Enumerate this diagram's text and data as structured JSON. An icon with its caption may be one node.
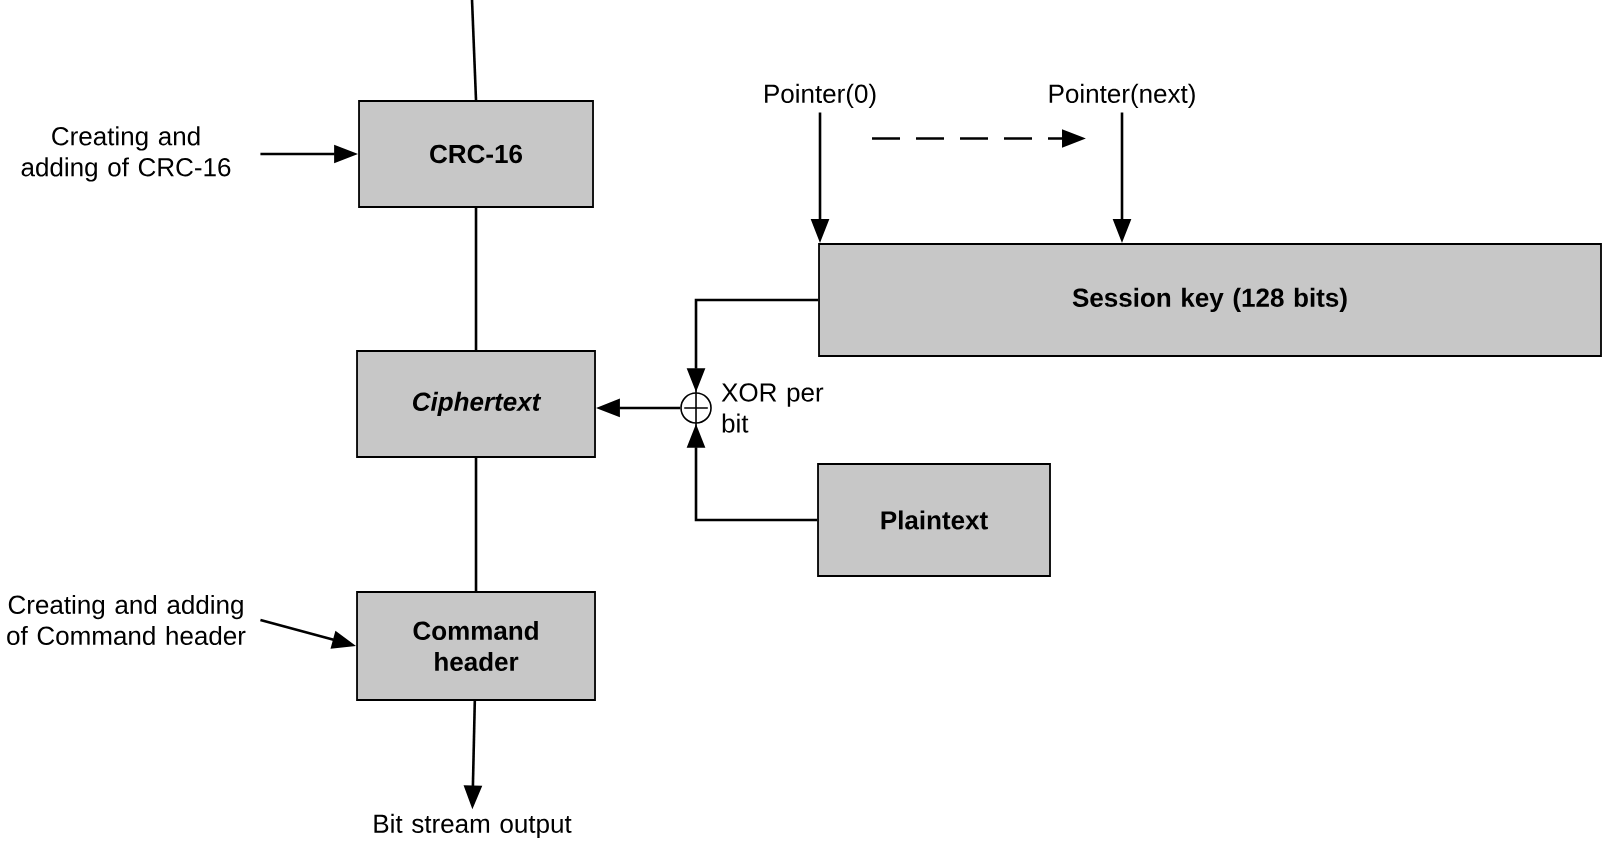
{
  "diagram": {
    "nodes": [
      {
        "text": [
          "Creating and adding of CRC-16"
        ]
      },
      {
        "text": [
          "CRC-16"
        ]
      },
      {
        "text": [
          "Ciphertext"
        ]
      },
      {
        "text": [
          "Creating and adding of Command header"
        ]
      },
      {
        "text": [
          "Command header"
        ]
      },
      {
        "text": [
          "Bit stream output"
        ]
      },
      {
        "text": [
          "Pointer(0)"
        ]
      },
      {
        "text": [
          "Pointer(next)"
        ]
      },
      {
        "text": [
          "Session key (128 bits)"
        ]
      },
      {
        "text": [],
        "shape": "circle",
        "beside": [
          "XOR per bit"
        ]
      },
      {
        "text": [
          "Plaintext"
        ]
      }
    ],
    "edges": [
      {
        "from": null,
        "to": 1,
        "arrow": "none"
      },
      {
        "from": 0,
        "to": 1,
        "arrow": "to"
      },
      {
        "from": 1,
        "to": 2,
        "arrow": "none"
      },
      {
        "from": 2,
        "to": 4,
        "arrow": "none"
      },
      {
        "from": 3,
        "to": 4,
        "arrow": "to"
      },
      {
        "from": 4,
        "to": 5,
        "arrow": "to"
      },
      {
        "from": 6,
        "to": 8,
        "arrow": "to"
      },
      {
        "from": 7,
        "to": 8,
        "arrow": "to"
      },
      {
        "from": 6,
        "to": 7,
        "arrow": "to",
        "style": "dashed"
      },
      {
        "from": 8,
        "to": 9,
        "arrow": "to"
      },
      {
        "from": 10,
        "to": 9,
        "arrow": "to"
      },
      {
        "from": 9,
        "to": 2,
        "arrow": "to"
      }
    ]
  }
}
